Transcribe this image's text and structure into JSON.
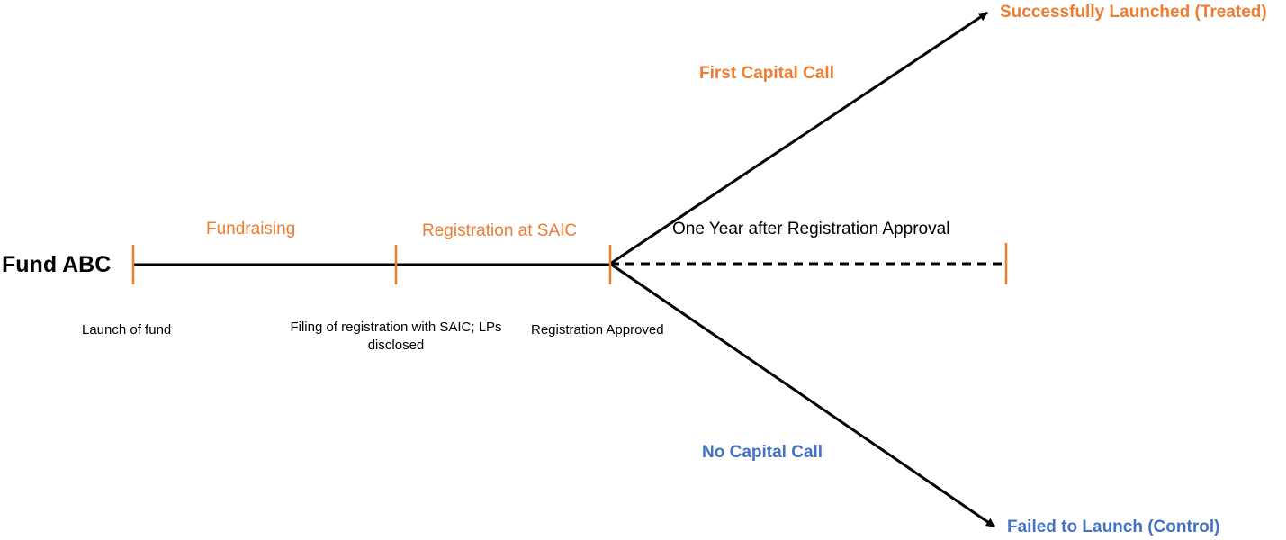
{
  "title": "Fund ABC",
  "phases": [
    "Fundraising",
    "Registration at SAIC"
  ],
  "period": "One Year after Registration Approval",
  "events": {
    "launch": "Launch of fund",
    "filing": "Filing of registration with SAIC; LPs disclosed",
    "approved": "Registration Approved"
  },
  "branches": {
    "treated_trigger": "First Capital Call",
    "treated_outcome": "Successfully Launched (Treated)",
    "control_trigger": "No Capital Call",
    "control_outcome": "Failed to Launch (Control)"
  },
  "colors": {
    "accent_orange": "#ED7D31",
    "accent_blue": "#4472C4",
    "line": "#000000"
  }
}
